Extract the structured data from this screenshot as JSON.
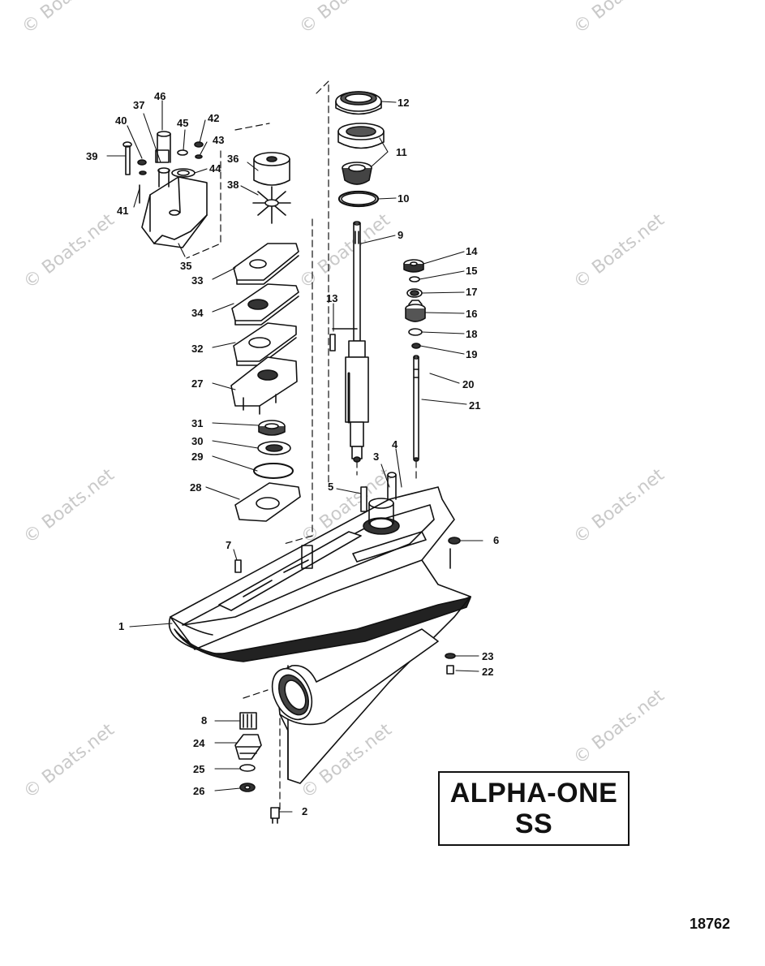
{
  "title": {
    "line1": "ALPHA-ONE",
    "line2": "SS"
  },
  "figure_number": "18762",
  "watermark": "© Boats.net",
  "callouts": [
    {
      "id": "1",
      "label": "1"
    },
    {
      "id": "2",
      "label": "2"
    },
    {
      "id": "3",
      "label": "3"
    },
    {
      "id": "4",
      "label": "4"
    },
    {
      "id": "5",
      "label": "5"
    },
    {
      "id": "6",
      "label": "6"
    },
    {
      "id": "7",
      "label": "7"
    },
    {
      "id": "8",
      "label": "8"
    },
    {
      "id": "9",
      "label": "9"
    },
    {
      "id": "10",
      "label": "10"
    },
    {
      "id": "11",
      "label": "11"
    },
    {
      "id": "12",
      "label": "12"
    },
    {
      "id": "13",
      "label": "13"
    },
    {
      "id": "14",
      "label": "14"
    },
    {
      "id": "15",
      "label": "15"
    },
    {
      "id": "16",
      "label": "16"
    },
    {
      "id": "17",
      "label": "17"
    },
    {
      "id": "18",
      "label": "18"
    },
    {
      "id": "19",
      "label": "19"
    },
    {
      "id": "20",
      "label": "20"
    },
    {
      "id": "21",
      "label": "21"
    },
    {
      "id": "22",
      "label": "22"
    },
    {
      "id": "23",
      "label": "23"
    },
    {
      "id": "24",
      "label": "24"
    },
    {
      "id": "25",
      "label": "25"
    },
    {
      "id": "26",
      "label": "26"
    },
    {
      "id": "27",
      "label": "27"
    },
    {
      "id": "28",
      "label": "28"
    },
    {
      "id": "29",
      "label": "29"
    },
    {
      "id": "30",
      "label": "30"
    },
    {
      "id": "31",
      "label": "31"
    },
    {
      "id": "32",
      "label": "32"
    },
    {
      "id": "33",
      "label": "33"
    },
    {
      "id": "34",
      "label": "34"
    },
    {
      "id": "35",
      "label": "35"
    },
    {
      "id": "36",
      "label": "36"
    },
    {
      "id": "37",
      "label": "37"
    },
    {
      "id": "38",
      "label": "38"
    },
    {
      "id": "39",
      "label": "39"
    },
    {
      "id": "40",
      "label": "40"
    },
    {
      "id": "41",
      "label": "41"
    },
    {
      "id": "42",
      "label": "42"
    },
    {
      "id": "43",
      "label": "43"
    },
    {
      "id": "44",
      "label": "44"
    },
    {
      "id": "45",
      "label": "45"
    },
    {
      "id": "46",
      "label": "46"
    }
  ],
  "colors": {
    "ink": "#111111",
    "watermark": "#c9c9c9",
    "background": "#ffffff"
  }
}
